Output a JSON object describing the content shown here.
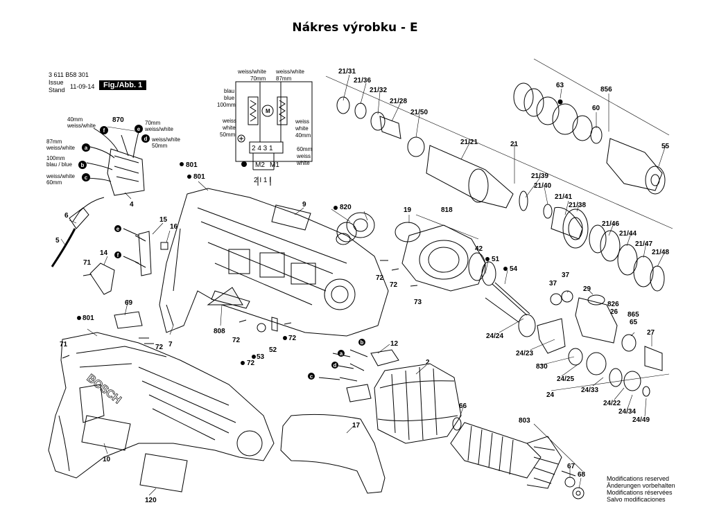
{
  "title": "Nákres výrobku - E",
  "header": {
    "code": "3 611 B58 301",
    "issue": "Issue\nStand",
    "issue_line1": "Issue",
    "issue_line2": "Stand",
    "date": "11-09-14",
    "figure": "Fig./Abb. 1"
  },
  "modifications": [
    "Modifications reserved",
    "Änderungen vorbehalten",
    "Modifications réservées",
    "Salvo modificaciones"
  ],
  "wiring": {
    "top_left": [
      "weiss/white",
      "70mm"
    ],
    "top_right": [
      "weiss/white",
      "87mm"
    ],
    "left": [
      "blau",
      "blue",
      "100mm"
    ],
    "left2": [
      "weiss",
      "white",
      "50mm"
    ],
    "right": [
      "weiss",
      "white",
      "40mm"
    ],
    "right2": [
      "60mm",
      "weiss",
      "white"
    ],
    "terminals": "2 4 3 1",
    "m2": "M2",
    "m1": "M1",
    "bottom": "2 I 1 I",
    "motor": "M"
  },
  "switch_wires": {
    "w1": [
      "40mm",
      "weiss/white"
    ],
    "w2": [
      "87mm",
      "weiss/white"
    ],
    "w3": [
      "100mm",
      "blau / blue"
    ],
    "w4": [
      "weiss/white",
      "60mm"
    ],
    "w5": [
      "70mm",
      "weiss/white"
    ],
    "w6": [
      "weiss/white",
      "50mm"
    ],
    "part": "870",
    "letters": [
      "a",
      "b",
      "c",
      "d",
      "e",
      "f"
    ]
  },
  "callouts": {
    "c4": "4",
    "c5": "5",
    "c6": "6",
    "c7": "7",
    "c9": "9",
    "c10": "10",
    "c12": "12",
    "c14": "14",
    "c15": "15",
    "c16": "16",
    "c17": "17",
    "c19": "19",
    "c2": "2",
    "c801a": "801",
    "c801b": "801",
    "c801c": "801",
    "c808": "808",
    "c820": "820",
    "c818": "818",
    "c42": "42",
    "c51": "51",
    "c54": "54",
    "c72a": "72",
    "c72b": "72",
    "c72c": "72",
    "c72d": "72",
    "c72e": "72",
    "c72f": "72",
    "c73": "73",
    "c53": "53",
    "c52": "52",
    "c71a": "71",
    "c71b": "71",
    "c69": "69",
    "c120": "120",
    "c2131": "21/31",
    "c2136": "21/36",
    "c2132": "21/32",
    "c2128": "21/28",
    "c2150": "21/50",
    "c2121": "21/21",
    "c21": "21",
    "c2139": "21/39",
    "c2140": "21/40",
    "c2141": "21/41",
    "c2138": "21/38",
    "c2146": "21/46",
    "c2144": "21/44",
    "c2147": "21/47",
    "c2148": "21/48",
    "c63": "63",
    "c856": "856",
    "c60": "60",
    "c55": "55",
    "c37a": "37",
    "c37b": "37",
    "c29": "29",
    "c826": "826",
    "c26": "26",
    "c865": "865",
    "c65": "65",
    "c27": "27",
    "c2424": "24/24",
    "c2423": "24/23",
    "c830": "830",
    "c2425": "24/25",
    "c2433": "24/33",
    "c24": "24",
    "c2422": "24/22",
    "c2434": "24/34",
    "c2449": "24/49",
    "c66": "66",
    "c803": "803",
    "c67": "67",
    "c68": "68"
  },
  "brand_mark": "BOSCH"
}
